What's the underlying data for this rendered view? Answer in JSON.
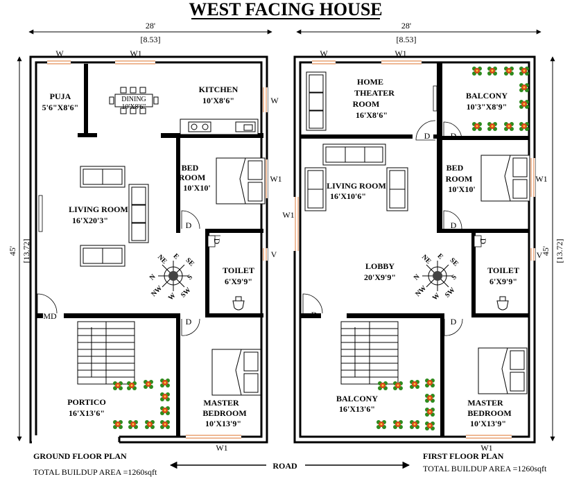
{
  "title": "WEST FACING HOUSE",
  "ground": {
    "width_ft": "28'",
    "width_m": "[8.53]",
    "height_ft": "45'",
    "height_m": "[13.72]",
    "caption": "GROUND FLOOR PLAN",
    "area": "TOTAL BUILDUP AREA =1260sqft",
    "rooms": [
      {
        "name": "PUJA",
        "size": "5'6\"X8'6\""
      },
      {
        "name": "DINING",
        "size": "10'X8'6\""
      },
      {
        "name": "KITCHEN",
        "size": "10'X8'6\""
      },
      {
        "name": "BED",
        "name2": "ROOM",
        "size": "10'X10'"
      },
      {
        "name": "LIVING ROOM",
        "size": "16'X20'3\""
      },
      {
        "name": "TOILET",
        "size": "6'X9'9\""
      },
      {
        "name": "PORTICO",
        "size": "16'X13'6\""
      },
      {
        "name": "MASTER",
        "name2": "BEDROOM",
        "size": "10'X13'9\""
      }
    ],
    "labels": {
      "w_top": "W",
      "w1_top": "W1",
      "w_kitchen": "W",
      "w1_bed": "W1",
      "v_toilet": "V",
      "d_bed": "D",
      "d_toilet": "D",
      "d_master": "D",
      "md": "MD",
      "w1_bottom": "W1"
    }
  },
  "first": {
    "width_ft": "28'",
    "width_m": "[8.53]",
    "height_ft": "45'",
    "height_m": "[13.72]",
    "caption": "FIRST FLOOR PLAN",
    "area": "TOTAL BUILDUP AREA =1260sqft",
    "rooms": [
      {
        "name": "HOME",
        "name2": "THEATER",
        "name3": "ROOM",
        "size": "16'X8'6\""
      },
      {
        "name": "BALCONY",
        "size": "10'3\"X8'9\""
      },
      {
        "name": "LIVING ROOM",
        "size": "16'X10'6\""
      },
      {
        "name": "BED",
        "name2": "ROOM",
        "size": "10'X10'"
      },
      {
        "name": "LOBBY",
        "size": "20'X9'9\""
      },
      {
        "name": "TOILET",
        "size": "6'X9'9\""
      },
      {
        "name": "BALCONY",
        "size": "16'X13'6\""
      },
      {
        "name": "MASTER",
        "name2": "BEDROOM",
        "size": "10'X13'9\""
      }
    ],
    "labels": {
      "w_top": "W",
      "w1_top": "W1",
      "w1_left": "W1",
      "w1_bed": "W1",
      "v_toilet": "V",
      "d_theater": "D",
      "d_balcony": "D",
      "d_bed": "D",
      "d_toilet": "D",
      "d_lobby": "D",
      "d_master": "D",
      "w1_bottom": "W1"
    }
  },
  "road": "ROAD",
  "compass": [
    "N",
    "NE",
    "E",
    "SE",
    "S",
    "SW",
    "W",
    "NW"
  ],
  "colors": {
    "wall": "#000000",
    "window": "#e8a070",
    "plant_flower": "#d8481a",
    "plant_leaf": "#2e8b1e"
  }
}
